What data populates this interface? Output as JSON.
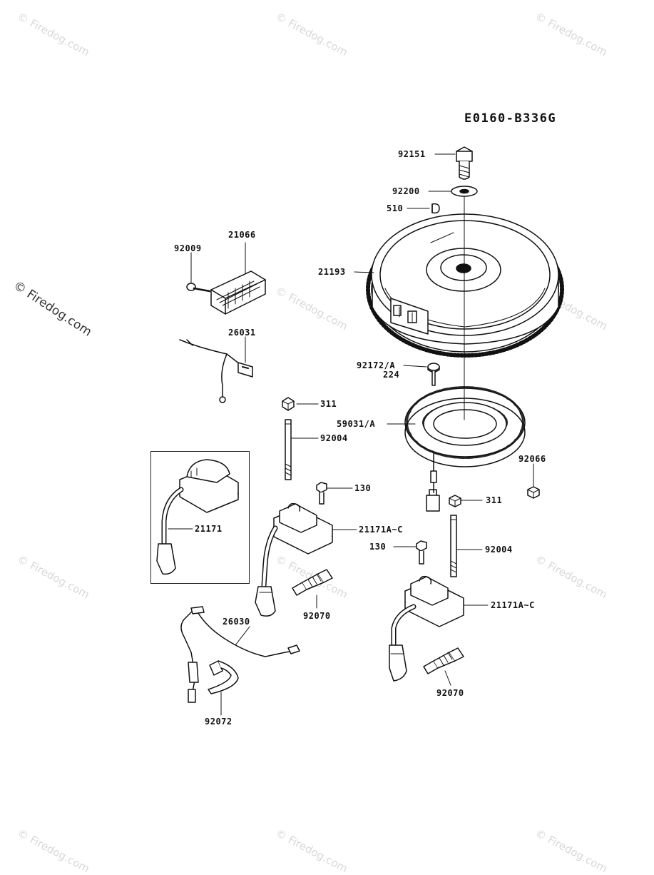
{
  "diagram": {
    "code": "E0160-B336G",
    "watermark": "© Firedog.com",
    "labels": {
      "p92151": "92151",
      "p92200": "92200",
      "p510": "510",
      "p21193": "21193",
      "p21066": "21066",
      "p92009": "92009",
      "p26031": "26031",
      "p92172A": "92172/A",
      "p224": "224",
      "p311a": "311",
      "p59031A": "59031/A",
      "p92004a": "92004",
      "p92066": "92066",
      "p130a": "130",
      "p311b": "311",
      "p21171": "21171",
      "p21171Aa": "21171A~C",
      "p130b": "130",
      "p92004b": "92004",
      "p92070a": "92070",
      "p26030": "26030",
      "p21171Ab": "21171A~C",
      "p92072": "92072",
      "p92070b": "92070"
    }
  }
}
